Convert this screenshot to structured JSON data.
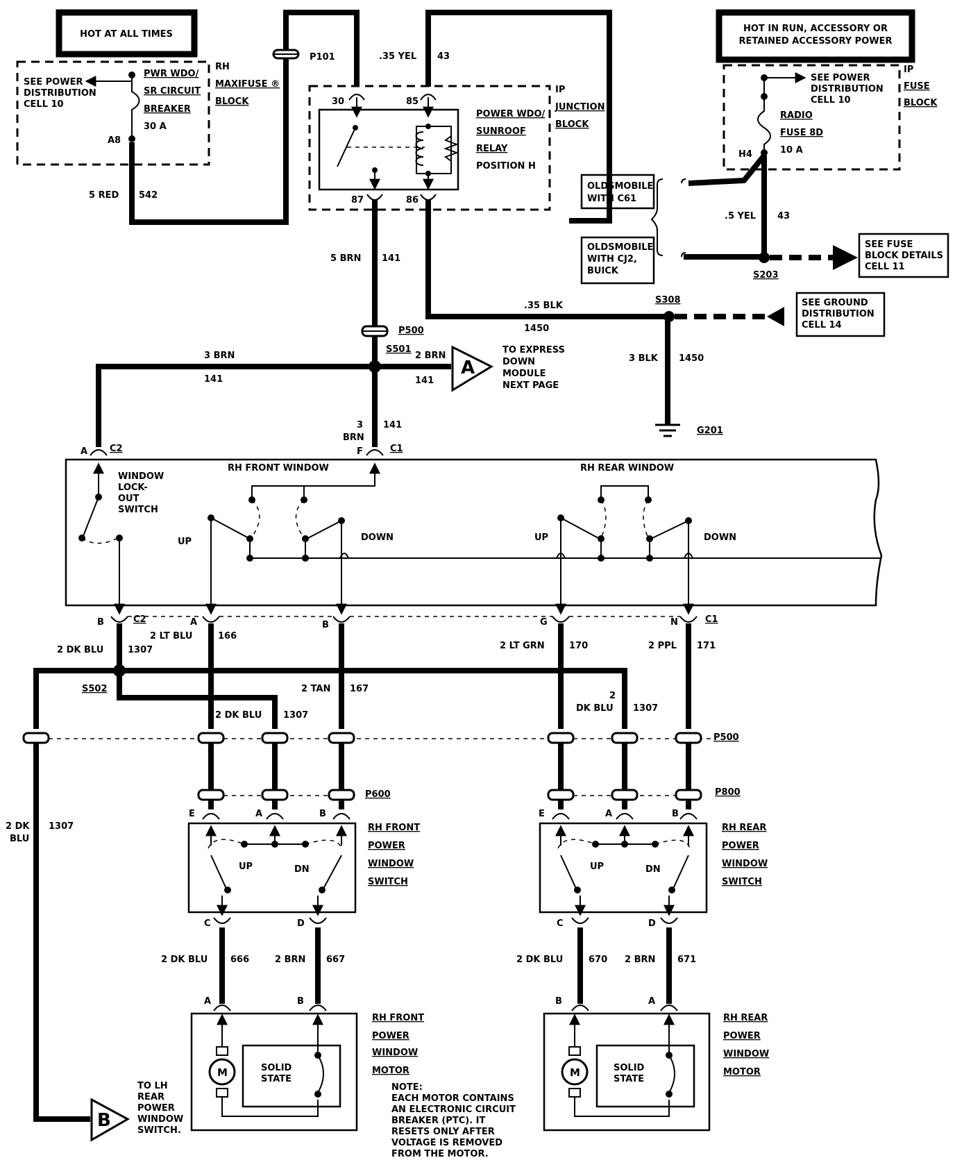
{
  "hot_at_all_times": "HOT AT ALL TIMES",
  "hot_in_run": [
    "HOT IN RUN, ACCESSORY OR",
    "RETAINED ACCESSORY POWER"
  ],
  "maxifuse_block": {
    "see_power": [
      "SEE POWER",
      "DISTRIBUTION",
      "CELL 10"
    ],
    "breaker": [
      "PWR WDO/",
      "SR CIRCUIT",
      "BREAKER",
      "30 A"
    ],
    "block_name": [
      "RH",
      "MAXIFUSE ®",
      "BLOCK"
    ],
    "pin": "A8"
  },
  "wire_542": {
    "gauge": "5 RED",
    "circuit": "542"
  },
  "p101": "P101",
  "wire_43_top": {
    "gauge": ".35 YEL",
    "circuit": "43"
  },
  "relay": {
    "pins": [
      "30",
      "85",
      "87",
      "86"
    ],
    "name": [
      "POWER WDO/",
      "SUNROOF",
      "RELAY",
      "POSITION H"
    ],
    "block": [
      "IP",
      "JUNCTION",
      "BLOCK"
    ]
  },
  "fuse_block": {
    "see_power": [
      "SEE POWER",
      "DISTRIBUTION",
      "CELL 10"
    ],
    "fuse": [
      "RADIO",
      "FUSE 8D",
      "10 A"
    ],
    "block": [
      "IP",
      "FUSE",
      "BLOCK"
    ],
    "pin": "H4"
  },
  "variant_c61": [
    "OLDSMOBILE",
    "WITH C61"
  ],
  "variant_cj2": [
    "OLDSMOBILE",
    "WITH CJ2,",
    "BUICK"
  ],
  "wire_43_mid": {
    "gauge": ".5 YEL",
    "circuit": "43"
  },
  "s203": "S203",
  "see_fuse_block": [
    "SEE FUSE",
    "BLOCK DETAILS",
    "CELL 11"
  ],
  "wire_141_relay": {
    "gauge": "5 BRN",
    "circuit": "141"
  },
  "wire_1450_top": {
    "gauge": ".35 BLK",
    "circuit": "1450"
  },
  "s308": "S308",
  "see_ground": [
    "SEE GROUND",
    "DISTRIBUTION",
    "CELL 14"
  ],
  "p500": "P500",
  "s501": "S501",
  "wire_141_left": {
    "gauge": "3 BRN",
    "circuit": "141"
  },
  "wire_141_right": {
    "gauge": "2 BRN",
    "circuit": "141"
  },
  "connector_a": "A",
  "to_express": [
    "TO EXPRESS",
    "DOWN",
    "MODULE",
    "NEXT PAGE"
  ],
  "wire_1450_down": {
    "gauge": "3 BLK",
    "circuit": "1450"
  },
  "g201": "G201",
  "wire_141_down": {
    "circuit": "141",
    "gauge_1": "3",
    "gauge_2": "BRN"
  },
  "pin_f": "F",
  "pin_a_c2": "A",
  "c1": "C1",
  "c2": "C2",
  "main_switch": {
    "lockout": [
      "WINDOW",
      "LOCK-",
      "OUT",
      "SWITCH"
    ],
    "rh_front": "RH FRONT WINDOW",
    "rh_rear": "RH REAR WINDOW",
    "up": "UP",
    "down": "DOWN"
  },
  "bottom_pins": {
    "b": "B",
    "a": "A",
    "b2": "B",
    "g": "G",
    "n": "N"
  },
  "wire_1307_top": {
    "gauge": "2 DK BLU",
    "circuit": "1307"
  },
  "wire_166": {
    "gauge": "2 LT BLU",
    "circuit": "166"
  },
  "wire_170": {
    "gauge": "2 LT GRN",
    "circuit": "170"
  },
  "wire_171": {
    "gauge": "2 PPL",
    "circuit": "171"
  },
  "s502": "S502",
  "wire_167": {
    "gauge": "2 TAN",
    "circuit": "167"
  },
  "wire_1307_mid": {
    "gauge": "2 DK BLU",
    "circuit": "1307"
  },
  "wire_1307_rear": {
    "gauge_1": "2",
    "gauge_2": "DK BLU",
    "circuit": "1307"
  },
  "wire_1307_left": {
    "gauge_1": "2 DK",
    "gauge_2": "BLU",
    "circuit": "1307"
  },
  "p600": "P600",
  "p800": "P800",
  "rh_front_switch": {
    "pins": {
      "e": "E",
      "a": "A",
      "b": "B",
      "c": "C",
      "d": "D"
    },
    "name": [
      "RH FRONT",
      "POWER",
      "WINDOW",
      "SWITCH"
    ],
    "up": "UP",
    "dn": "DN"
  },
  "rh_rear_switch": {
    "pins": {
      "e": "E",
      "a": "A",
      "b": "B",
      "c": "C",
      "d": "D"
    },
    "name": [
      "RH REAR",
      "POWER",
      "WINDOW",
      "SWITCH"
    ],
    "up": "UP",
    "dn": "DN"
  },
  "wire_666": {
    "gauge": "2 DK BLU",
    "circuit": "666"
  },
  "wire_667": {
    "gauge": "2 BRN",
    "circuit": "667"
  },
  "wire_670": {
    "gauge": "2 DK BLU",
    "circuit": "670"
  },
  "wire_671": {
    "gauge": "2 BRN",
    "circuit": "671"
  },
  "front_motor": {
    "pin_a": "A",
    "pin_b": "B",
    "name": [
      "RH FRONT",
      "POWER",
      "WINDOW",
      "MOTOR"
    ],
    "m": "M",
    "solid_state": [
      "SOLID",
      "STATE"
    ]
  },
  "rear_motor": {
    "pin_b": "B",
    "pin_a": "A",
    "name": [
      "RH REAR",
      "POWER",
      "WINDOW",
      "MOTOR"
    ],
    "m": "M",
    "solid_state": [
      "SOLID",
      "STATE"
    ]
  },
  "connector_b": "B",
  "to_lh_rear": [
    "TO LH",
    "REAR",
    "POWER",
    "WINDOW",
    "SWITCH."
  ],
  "note": [
    "NOTE:",
    "EACH MOTOR CONTAINS",
    "AN ELECTRONIC CIRCUIT",
    "BREAKER (PTC). IT",
    "RESETS ONLY AFTER",
    "VOLTAGE IS REMOVED",
    "FROM THE MOTOR."
  ]
}
